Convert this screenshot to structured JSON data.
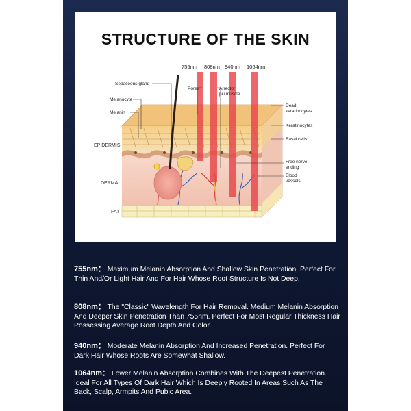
{
  "title": "STRUCTURE OF THE SKIN",
  "diagram": {
    "wavelengths": [
      "755nm",
      "808nm",
      "940nm",
      "1064nm"
    ],
    "layer_labels": {
      "epidermis": "EPIDERMIS",
      "derma": "DERMA",
      "fat": "FAT"
    },
    "left_labels": {
      "sebaceous": "Sebaceous gland",
      "melanocyte": "Melanocyte",
      "melanin": "Melanin"
    },
    "top_labels": {
      "pores": "Pores",
      "arrector_1": "Arrector",
      "arrector_2": "pili muscle"
    },
    "right_labels": {
      "dead_1": "Dead",
      "dead_2": "keratinocytes",
      "keratinocytes": "Keratinocytes",
      "basal": "Basal cells",
      "nerve_1": "Free nerve",
      "nerve_2": "ending",
      "blood_1": "Blood",
      "blood_2": "vessels"
    },
    "colors": {
      "laser": "#e8454b",
      "skin": "#f3c9b8",
      "epidermis": "#f5d39a",
      "fat": "#f7eec0",
      "background": "#141f3d"
    }
  },
  "descriptions": [
    {
      "head": "755nm：",
      "text": " Maximum Melanin Absorption And Shallow Skin Penetration. Perfect For Thin And/Or Light Hair And For Hair Whose Root Structure Is Not Deep."
    },
    {
      "head": "808nm：",
      "text": " The \"Classic\" Wavelength For Hair Removal. Medium Melanin Absorption And Deeper Skin Penetration Than 755nm. Perfect For Most Regular Thickness Hair Possessing Average Root Depth And Color."
    },
    {
      "head": "940nm：",
      "text": " Moderate Melanin Absorption And Increased Penetration. Perfect For Dark Hair Whose Roots Are Somewhat Shallow."
    },
    {
      "head": "1064nm：",
      "text": " Lower Melanin Absorption Combines With The Deepest Penetration. Ideal For All Types Of Dark Hair Which Is Deeply Rooted In Areas Such As The Back, Scalp, Armpits And Pubic Area."
    }
  ]
}
